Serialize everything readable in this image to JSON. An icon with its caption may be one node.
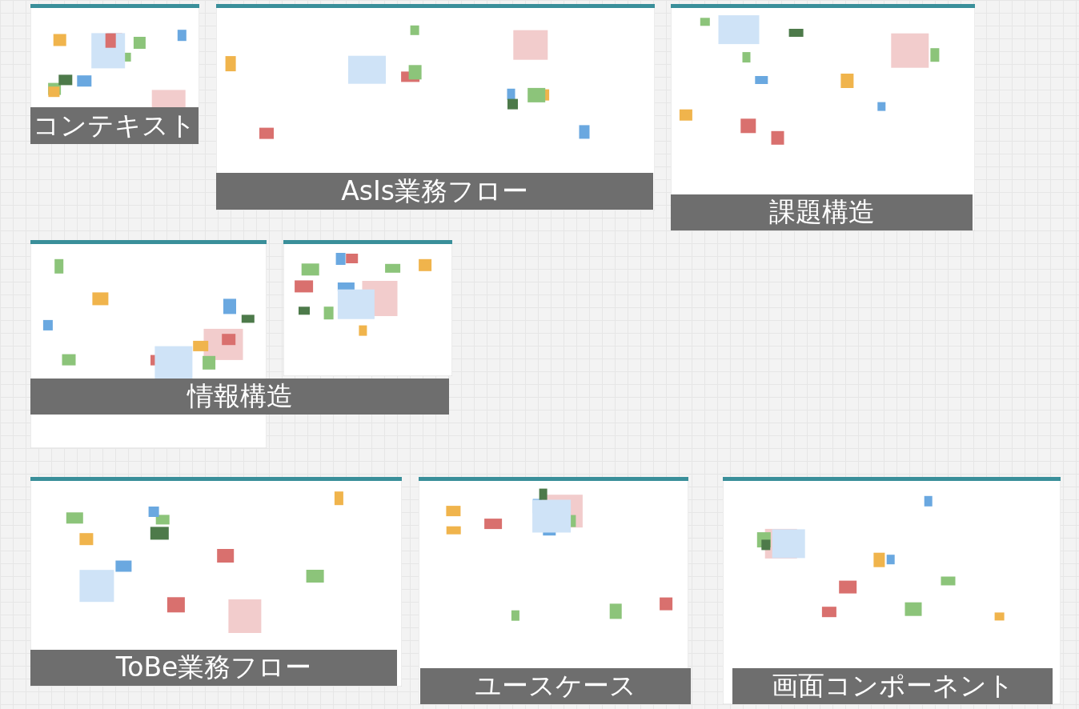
{
  "diagram": {
    "nodes": [
      {
        "text": [
          "コンテキスト"
        ]
      },
      {
        "text": [
          "AsIs業務フロー"
        ]
      },
      {
        "text": [
          "課題構造"
        ]
      },
      {
        "text": [
          "情報構造"
        ]
      },
      {
        "text": [
          "ToBe業務フロー"
        ]
      },
      {
        "text": [
          "ユースケース"
        ]
      },
      {
        "text": [
          "画面コンポーネント"
        ]
      }
    ]
  }
}
